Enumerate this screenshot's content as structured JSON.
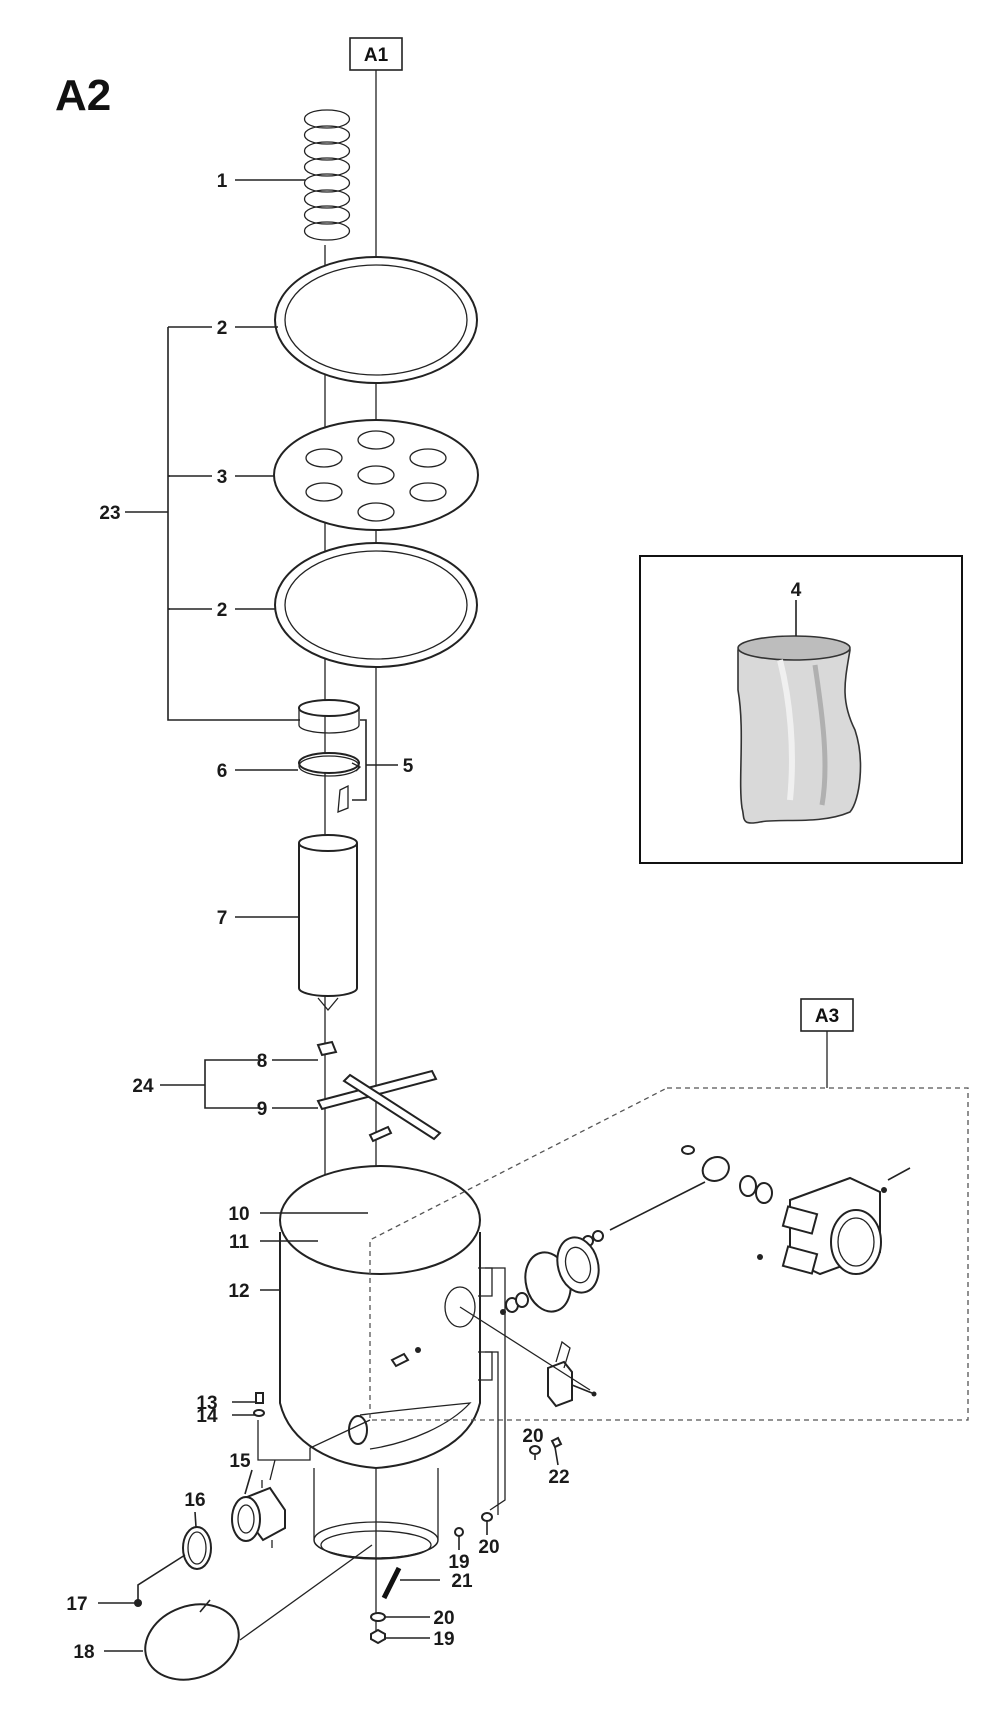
{
  "page_title": "A2",
  "references": {
    "top": "A1",
    "right": "A3"
  },
  "callouts": {
    "c1": "1",
    "c2a": "2",
    "c2b": "2",
    "c3": "3",
    "c4": "4",
    "c5": "5",
    "c6": "6",
    "c7": "7",
    "c8": "8",
    "c9": "9",
    "c10": "10",
    "c11": "11",
    "c12": "12",
    "c13": "13",
    "c14": "14",
    "c15": "15",
    "c16": "16",
    "c17": "17",
    "c18": "18",
    "c19a": "19",
    "c19b": "19",
    "c20a": "20",
    "c20b": "20",
    "c20c": "20",
    "c21": "21",
    "c22": "22",
    "c23": "23",
    "c24": "24"
  }
}
